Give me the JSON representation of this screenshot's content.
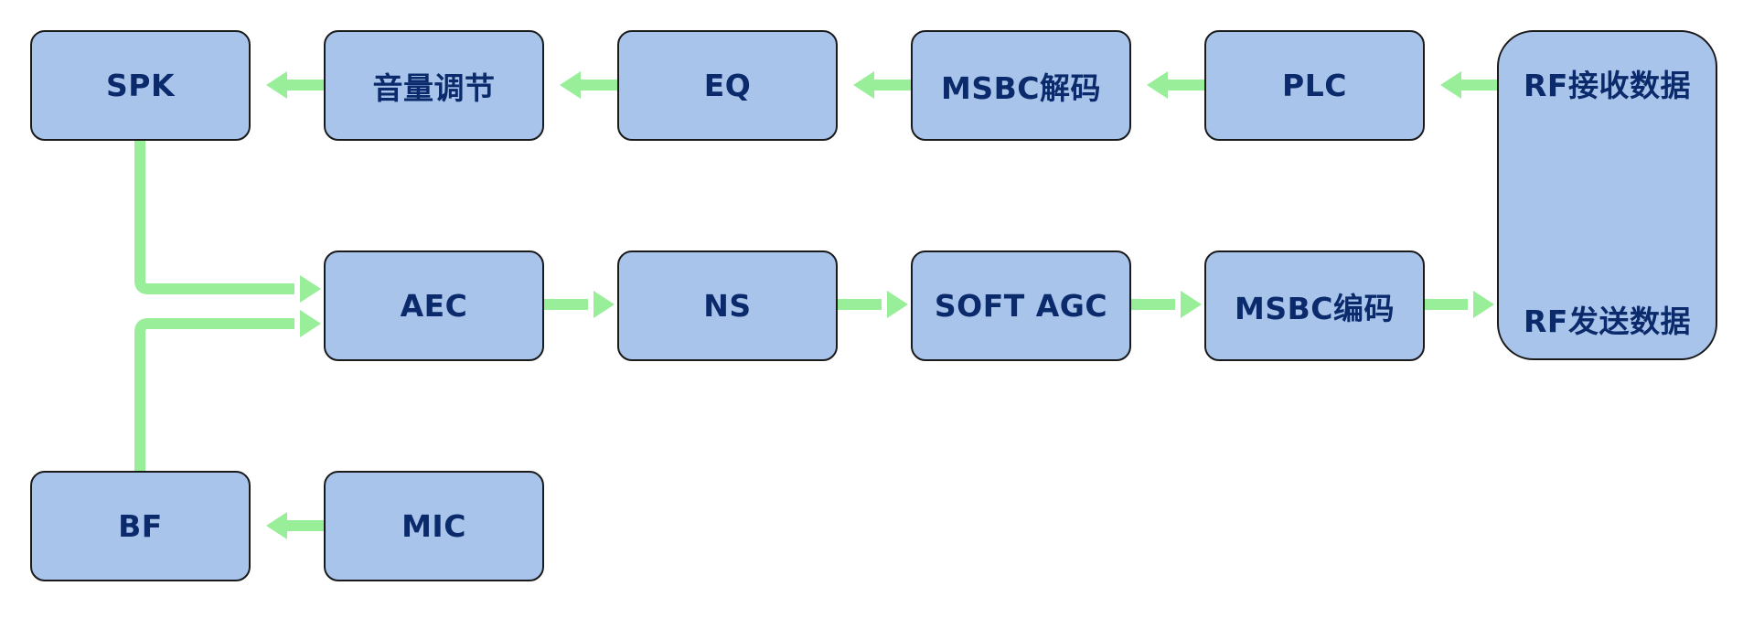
{
  "diagram": {
    "colors": {
      "node_fill": "#a9c4eb",
      "node_border": "#1a1a1a",
      "node_text": "#0b2a6b",
      "arrow": "#99ee99",
      "background": "#ffffff"
    },
    "nodes": {
      "spk": "SPK",
      "volume": "音量调节",
      "eq": "EQ",
      "msbc_decode": "MSBC解码",
      "plc": "PLC",
      "rf_receive": "RF接收数据",
      "rf_send": "RF发送数据",
      "aec": "AEC",
      "ns": "NS",
      "soft_agc": "SOFT AGC",
      "msbc_encode": "MSBC编码",
      "bf": "BF",
      "mic": "MIC"
    },
    "edges": [
      {
        "from": "rf_receive",
        "to": "plc"
      },
      {
        "from": "plc",
        "to": "msbc_decode"
      },
      {
        "from": "msbc_decode",
        "to": "eq"
      },
      {
        "from": "eq",
        "to": "volume"
      },
      {
        "from": "volume",
        "to": "spk"
      },
      {
        "from": "spk",
        "to": "aec"
      },
      {
        "from": "bf",
        "to": "aec"
      },
      {
        "from": "aec",
        "to": "ns"
      },
      {
        "from": "ns",
        "to": "soft_agc"
      },
      {
        "from": "soft_agc",
        "to": "msbc_encode"
      },
      {
        "from": "msbc_encode",
        "to": "rf_send"
      },
      {
        "from": "mic",
        "to": "bf"
      }
    ]
  }
}
